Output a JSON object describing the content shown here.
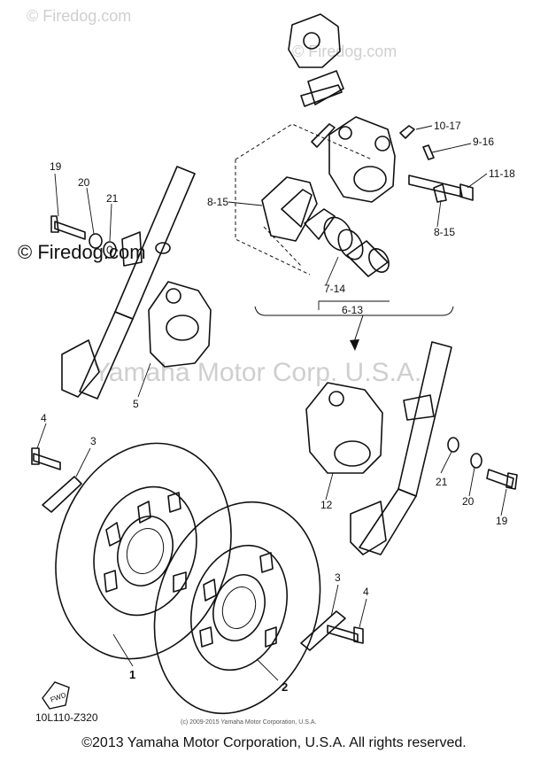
{
  "watermarks": {
    "firedog_top": "© Firedog.com",
    "firedog_left": "© Firedog.com",
    "yamaha_mid": "Yamaha Motor Corp. U.S.A."
  },
  "callouts": {
    "c10_17": "10-17",
    "c9_16": "9-16",
    "c11_18": "11-18",
    "c8_15_left": "8-15",
    "c8_15_right": "8-15",
    "c7_14": "7-14",
    "c6_13": "6-13",
    "c19_left": "19",
    "c20_left": "20",
    "c21_left": "21",
    "c5": "5",
    "c4_left": "4",
    "c3_left": "3",
    "c12": "12",
    "c21_right": "21",
    "c20_right": "20",
    "c19_right": "19",
    "c3_right": "3",
    "c4_right": "4",
    "c1": "1",
    "c2": "2"
  },
  "fwd_label": "FWD",
  "diagram_code": "10L110-Z320",
  "small_copyright": "(c) 2009-2015 Yamaha Motor Corporation, U.S.A.",
  "footer_copyright": "©2013 Yamaha Motor Corporation, U.S.A. All rights reserved."
}
